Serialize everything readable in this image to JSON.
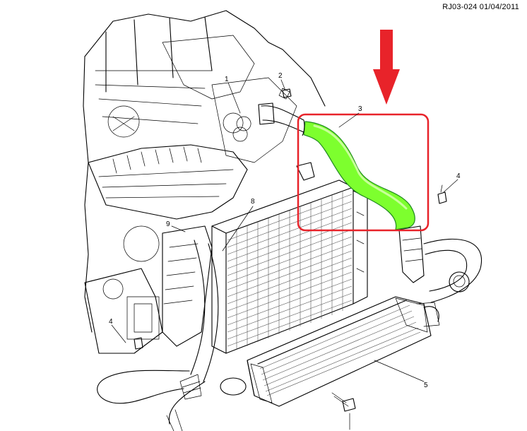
{
  "header": {
    "reference": "RJ03-024  01/04/2011"
  },
  "callouts": {
    "c1": "1",
    "c2": "2",
    "c3": "3",
    "c4_right": "4",
    "c4_left": "4",
    "c5": "5",
    "c8": "8",
    "c9": "9"
  },
  "colors": {
    "highlight_hose": "#7dff2e",
    "highlight_hose_dark": "#1f8a1f",
    "indicator_red": "#e8232a"
  }
}
